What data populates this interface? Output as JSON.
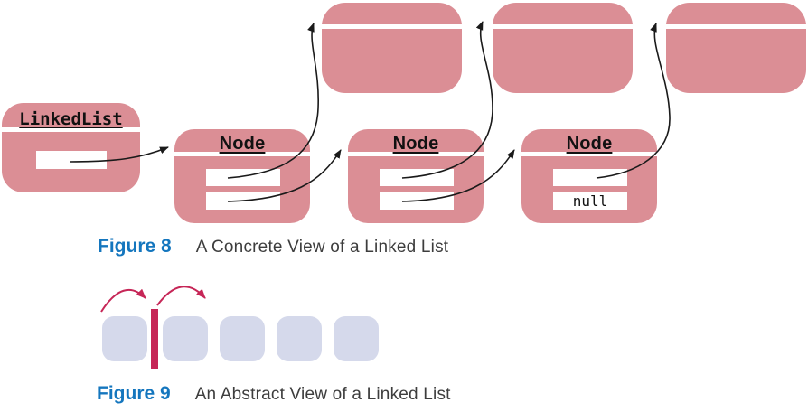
{
  "figure8": {
    "label": "Figure 8",
    "caption": "A Concrete View of a Linked List",
    "linkedlist_title": "LinkedList",
    "node_titles": [
      "Node",
      "Node",
      "Node"
    ],
    "null_value": "null"
  },
  "figure9": {
    "label": "Figure 9",
    "caption": "An Abstract View of a Linked List"
  },
  "colors": {
    "object_pink": "#DB8E95",
    "abstract_lavender": "#D5D9EB",
    "iterator_crimson": "#C62657",
    "figure_label_blue": "#1476BE",
    "caption_text": "#3D3D3D",
    "arrow_black": "#1A1A1A"
  }
}
